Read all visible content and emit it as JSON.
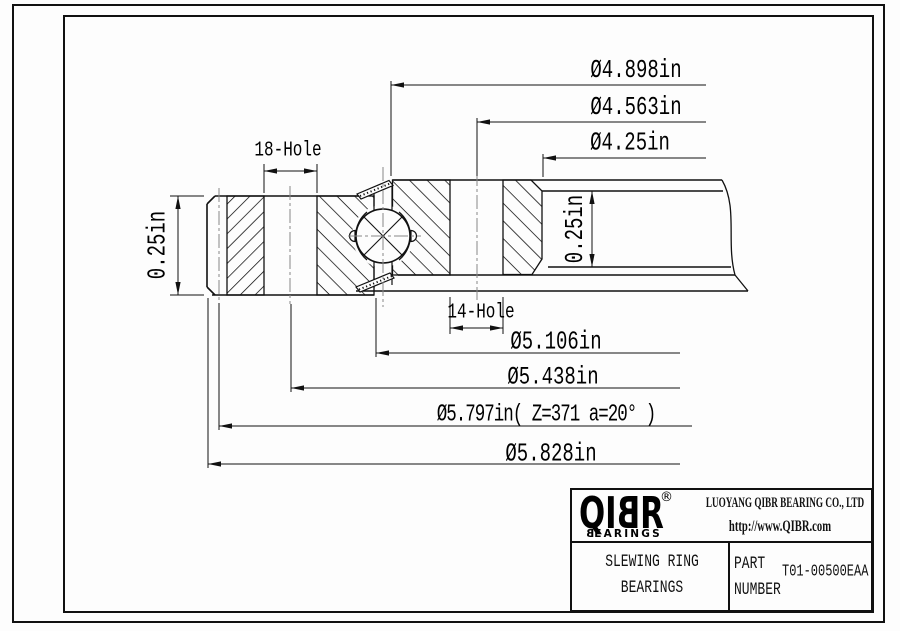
{
  "dimensions": {
    "dia_4_898": "Ø4.898in",
    "dia_4_563": "Ø4.563in",
    "dia_4_25": "Ø4.25in",
    "dia_5_106": "Ø5.106in",
    "dia_5_438": "Ø5.438in",
    "dia_5_797": "Ø5.797in( Z=371 a=20° )",
    "dia_5_828": "Ø5.828in",
    "holes_18": "18-Hole",
    "holes_14": "14-Hole",
    "thickness_left": "0.25in",
    "thickness_right": "0.25in"
  },
  "title_block": {
    "logo_text": "QIBR",
    "logo_registered": "®",
    "logo_subtext": "BEARINGS",
    "company_name": "LUOYANG QIBR BEARING CO., LTD",
    "website": "http://www.QIBR.com",
    "product_line1": "SLEWING  RING",
    "product_line2": "BEARINGS",
    "part_label_line1": "PART",
    "part_label_line2": "NUMBER",
    "part_number": "T01-00500EAA"
  }
}
